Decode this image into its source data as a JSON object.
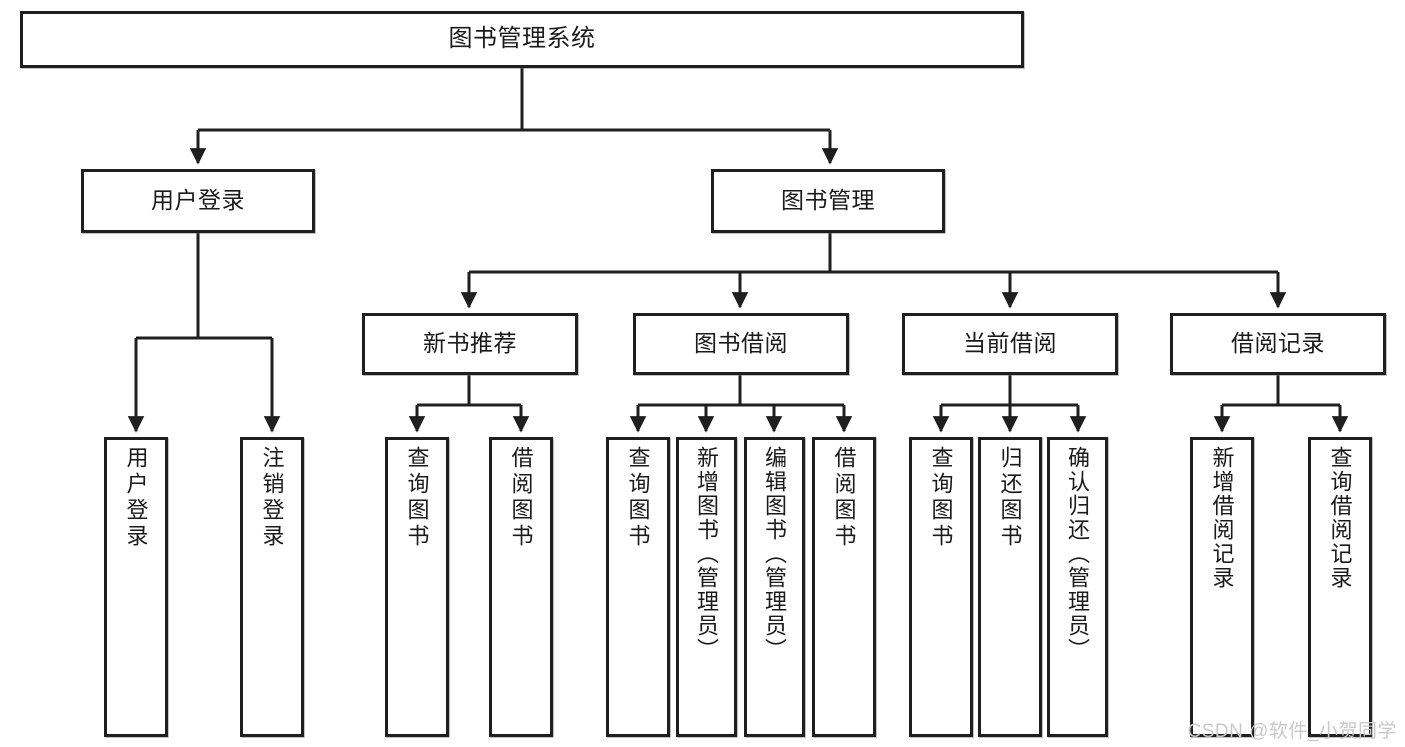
{
  "diagram": {
    "title": "图书管理系统",
    "type": "tree",
    "watermark": "CSDN @软件_小贺同学",
    "colors": {
      "stroke": "#1f1f1f",
      "fill": "#ffffff",
      "text": "#1a1a1a",
      "watermark": "#c9c9c9"
    },
    "root": {
      "label": "图书管理系统"
    },
    "level2": [
      {
        "label": "用户登录"
      },
      {
        "label": "图书管理"
      }
    ],
    "level3": [
      {
        "label": "新书推荐"
      },
      {
        "label": "图书借阅"
      },
      {
        "label": "当前借阅"
      },
      {
        "label": "借阅记录"
      }
    ],
    "leaves": {
      "user_login": [
        {
          "label": "用户登录"
        },
        {
          "label": "注销登录"
        }
      ],
      "new_book": [
        {
          "label": "查询图书"
        },
        {
          "label": "借阅图书"
        }
      ],
      "borrow_book": [
        {
          "label": "查询图书"
        },
        {
          "label": "新增图书（管理员）"
        },
        {
          "label": "编辑图书（管理员）"
        },
        {
          "label": "借阅图书"
        }
      ],
      "current_borrow": [
        {
          "label": "查询图书"
        },
        {
          "label": "归还图书"
        },
        {
          "label": "确认归还（管理员）"
        }
      ],
      "borrow_record": [
        {
          "label": "新增借阅记录"
        },
        {
          "label": "查询借阅记录"
        }
      ]
    }
  }
}
